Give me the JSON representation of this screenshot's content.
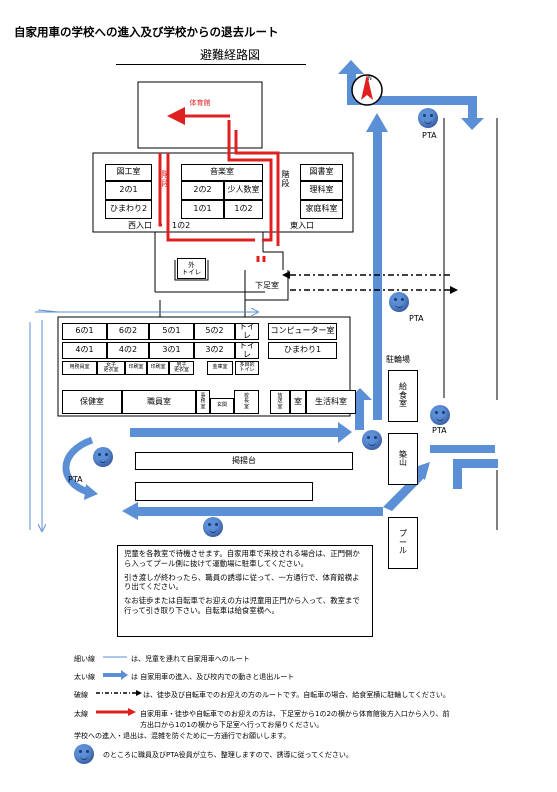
{
  "title": "自家用車の学校への進入及び学校からの退去ルート",
  "subtitle": "避難経路図",
  "rooms": {
    "gym": "体育館",
    "zukou": "図工室",
    "ongaku": "音楽室",
    "toshoshitsu": "図書室",
    "c2_1": "2の1",
    "c2_2": "2の2",
    "shonin": "少人数室",
    "rika": "理科室",
    "himawari2": "ひまわり2",
    "c1_1": "1の1",
    "c1_2": "1の2",
    "katei": "家庭科室",
    "west_entrance": "西入口",
    "c1_2_label": "1の2",
    "east_entrance": "東入口",
    "kaidan_left": "階段",
    "kaidan_right": "階段",
    "soto_toilet": "外\nトイレ",
    "shitamoto": "下足室",
    "c6_1": "6の1",
    "c6_2": "6の2",
    "c5_1": "5の1",
    "c5_2": "5の2",
    "toilet1": "トイレ",
    "computer": "コンピューター室",
    "c4_1": "4の1",
    "c4_2": "4の2",
    "c3_1": "3の1",
    "c3_2": "3の2",
    "toilet2": "トイレ",
    "himawari1": "ひまわり1",
    "yougu": "用務員室",
    "joshi_kouishitsu": "女子\n更衣室",
    "sokuteishitsu": "印刷室",
    "inshitsu": "印刷室",
    "danshi_kouishitsu": "男子\n更衣室",
    "kinkoshitsu": "金庫室",
    "tamokuteki_toilet": "多目的\nトイレ",
    "hokenshitsu": "保健室",
    "shokuinshitsu": "職員室",
    "jimushitsu": "事\n務\n室",
    "genkan": "玄関",
    "kouchoushitsu": "校\n長\n室",
    "housoushitsu": "放\n送\n室",
    "shitsu": "室",
    "seikatsu": "生活科室",
    "kyushokushitsu": "給\n食\n室",
    "tsukiyama": "築\n山",
    "pool": "プ\nー\nル",
    "keiyoudai": "掲揚台",
    "churinjo": "駐輪場"
  },
  "pta_label": "PTA",
  "notes": [
    "児童を各教室で待機させます。自家用車で来校される場合は、正門側から入ってプール側に抜けて運動場に駐車してください。",
    "引き渡しが終わったら、職員の誘導に従って、一方通行で、体育館横より出てください。",
    "なお徒歩または自転車でお迎えの方は児童用正門から入って、教室まで行って引き取り下さい。自転車は給食室横へ。"
  ],
  "legend": {
    "thin_label": "細い線",
    "thin_desc": "は、児童を連れて自家用車へのルート",
    "thick_label": "太い線",
    "thick_desc": "は 自家用車の進入、及び校内での動きと退出ルート",
    "dashed_label": "破線",
    "dashed_desc": "は、徒歩及び自転車でのお迎えの方のルートです。自転車の場合、給食室横に駐輪してください。",
    "red_label": "太線",
    "red_desc1": "自家用車・徒歩や自転車でのお迎えの方は、下足室から1の2の横から体育館後方入口から入り、前",
    "red_desc2": "方出口から1の1の横から下足室へ行ってお帰りください。",
    "oneway": "学校への進入・退出は、混雑を防ぐために一方通行でお願いします。",
    "pta_desc": "のところに職員及びPTA役員が立ち、整理しますので、誘導に従ってください。"
  },
  "colors": {
    "blue": "#5b8fd6",
    "red": "#e02020",
    "black": "#000000"
  }
}
